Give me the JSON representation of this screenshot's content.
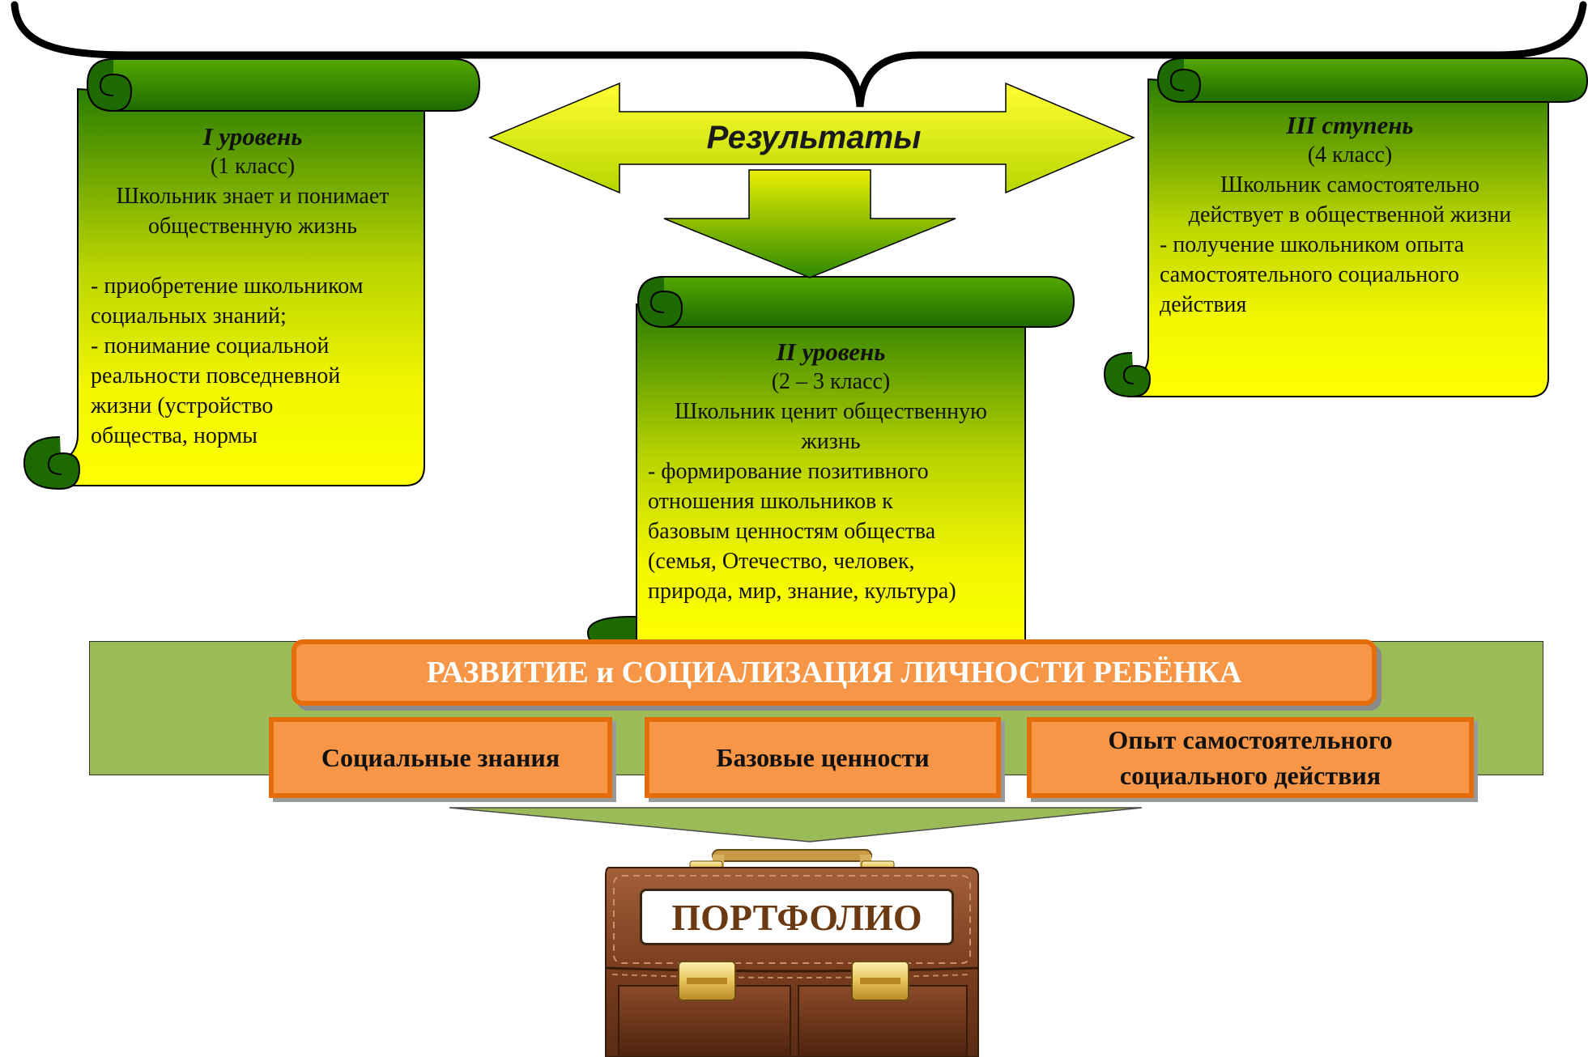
{
  "header": {
    "title": "Результаты"
  },
  "levels": [
    {
      "title": "I уровень",
      "grade": "(1 класс)",
      "statement": [
        "Школьник знает и понимает",
        "общественную жизнь"
      ],
      "items": [
        "- приобретение школьником",
        "социальных знаний;",
        "- понимание социальной",
        "реальности повседневной",
        "жизни (устройство",
        "общества, нормы"
      ]
    },
    {
      "title": "II уровень",
      "grade": "(2 – 3 класс)",
      "statement": [
        "Школьник ценит общественную",
        "жизнь"
      ],
      "items": [
        "- формирование позитивного",
        "отношения школьников к",
        "базовым ценностям общества",
        "(семья, Отечество, человек,",
        "природа, мир, знание, культура)"
      ]
    },
    {
      "title": "III ступень",
      "grade": "(4 класс)",
      "statement": [
        "Школьник самостоятельно",
        "действует в общественной жизни"
      ],
      "items": [
        "- получение школьником опыта",
        "самостоятельного социального",
        "действия"
      ]
    }
  ],
  "main": {
    "title": "РАЗВИТИЕ и СОЦИАЛИЗАЦИЯ ЛИЧНОСТИ РЕБЁНКА",
    "components": [
      {
        "lines": [
          "Социальные знания"
        ]
      },
      {
        "lines": [
          "Базовые ценности"
        ]
      },
      {
        "lines": [
          "Опыт самостоятельного",
          "социального действия"
        ]
      }
    ]
  },
  "portfolio": {
    "label": "ПОРТФОЛИО"
  },
  "colors": {
    "scroll_top": "#2a7d00",
    "scroll_bottom": "#ffff00",
    "scroll_curl": "#1a6b00",
    "band": "#9bbb59",
    "box_fill": "#f79646",
    "box_border": "#e46c0a",
    "briefcase": "#8b4a2b"
  }
}
